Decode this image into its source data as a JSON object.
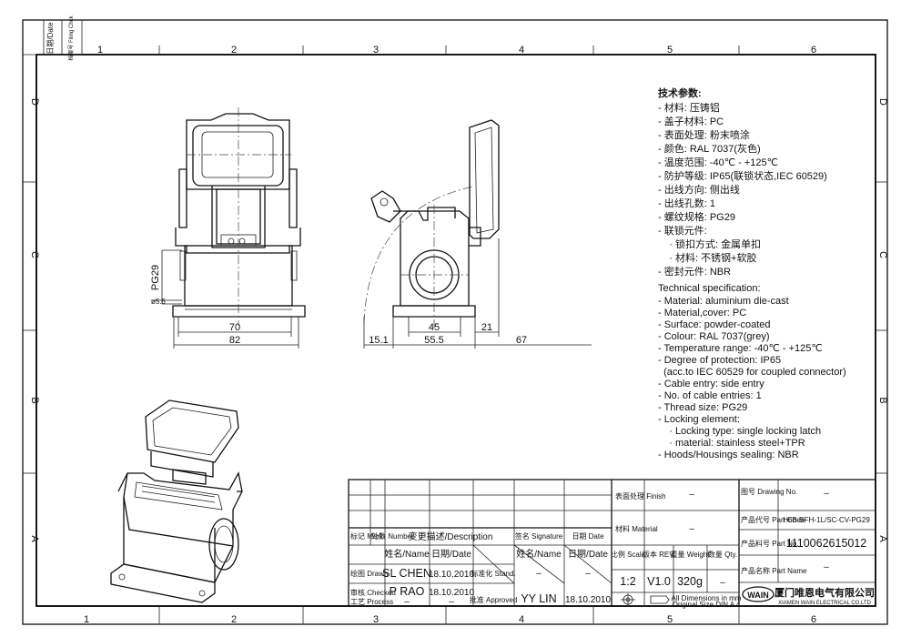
{
  "sidebar": {
    "date_label": "日期/Date",
    "filing_label": "档案号 Filing Chck"
  },
  "zones": {
    "columns": [
      "1",
      "2",
      "3",
      "4",
      "5",
      "6"
    ],
    "rows": [
      "D",
      "C",
      "B",
      "A"
    ]
  },
  "dimensions": {
    "pg": "PG29",
    "hole": "ø5.5",
    "front_70": "70",
    "front_82": "82",
    "side_45": "45",
    "side_21": "21",
    "side_15_1": "15.1",
    "side_55_5": "55.5",
    "side_67": "67"
  },
  "spec_cn": {
    "title": "技术参数:",
    "lines": [
      "- 材料: 压铸铝",
      "- 盖子材料: PC",
      "- 表面处理: 粉末喷涂",
      "- 颜色: RAL 7037(灰色)",
      "- 温度范围: -40℃ - +125℃",
      "- 防护等级: IP65(联锁状态,IEC 60529)",
      "- 出线方向: 侧出线",
      "- 出线孔数: 1",
      "- 螺纹规格: PG29",
      "- 联锁元件:",
      "    · 锁扣方式: 金属单扣",
      "    · 材料: 不锈钢+软胶",
      "- 密封元件: NBR"
    ]
  },
  "spec_en": {
    "title": "Technical specification:",
    "lines": [
      "- Material: aluminium die-cast",
      "- Material,cover: PC",
      "- Surface: powder-coated",
      "- Colour: RAL 7037(grey)",
      "- Temperature range: -40℃ - +125℃",
      "- Degree of protection: IP65",
      "  (acc.to IEC 60529 for coupled connector)",
      "- Cable entry: side entry",
      "- No. of cable entries: 1",
      "- Thread size: PG29",
      "- Locking element:",
      "    · Locking type: single locking latch",
      "    · material: stainless steel+TPR",
      "- Hoods/Housings sealing: NBR"
    ]
  },
  "title_block": {
    "mark": "标记 Mark",
    "number": "处数 Number",
    "description": "变更描述/Description",
    "signature": "签名 Signature",
    "date": "日期 Date",
    "name_date_hdr1": "姓名/Name",
    "name_date_hdr2": "日期/Date",
    "standard": "标准化 Stand.",
    "name_hdr3": "姓名/Name",
    "date_hdr3": "日期/Date",
    "drawn_label": "绘图 Drawn",
    "drawn_name": "SL CHEN",
    "drawn_date": "18.10.2010",
    "checked_label": "审核 Checked",
    "checked_name": "P RAO",
    "checked_date": "18.10.2010",
    "process_label": "工艺 Process",
    "process_name": "–",
    "process_date": "–",
    "approved_label": "批准 Approved",
    "approved_name": "YY LIN",
    "approved_date": "18.10.2010",
    "stand_name": "–",
    "stand_date": "–",
    "finish_label": "表面处理 Finish",
    "finish_value": "–",
    "material_label": "材料 Material",
    "material_value": "–",
    "scale_label": "比例 Scale",
    "scale_value": "1:2",
    "rev_label": "版本 REV.",
    "rev_value": "V1.0",
    "weight_label": "重量 Weight",
    "weight_value": "320g",
    "qty_label": "数量 Qty.",
    "qty_value": "–",
    "dims_note_1": "All Dimensions in mm",
    "dims_note_2": "Original Size DIN A 4",
    "drawing_no_label": "图号 Drawing No.",
    "drawing_no_value": "–",
    "part_code_label": "产品代号 Part Code",
    "part_code_value": "H6B-SFH-1L/SC-CV-PG29",
    "part_no_label": "产品料号 Part No.",
    "part_no_value": "1110062615012",
    "part_name_label": "产品名称 Part Name",
    "part_name_value": "–",
    "company_logo": "WAIN",
    "company_cn": "厦门唯恩电气有限公司",
    "company_en": "XIAMEN WAIN ELECTRICAL CO.LTD"
  }
}
